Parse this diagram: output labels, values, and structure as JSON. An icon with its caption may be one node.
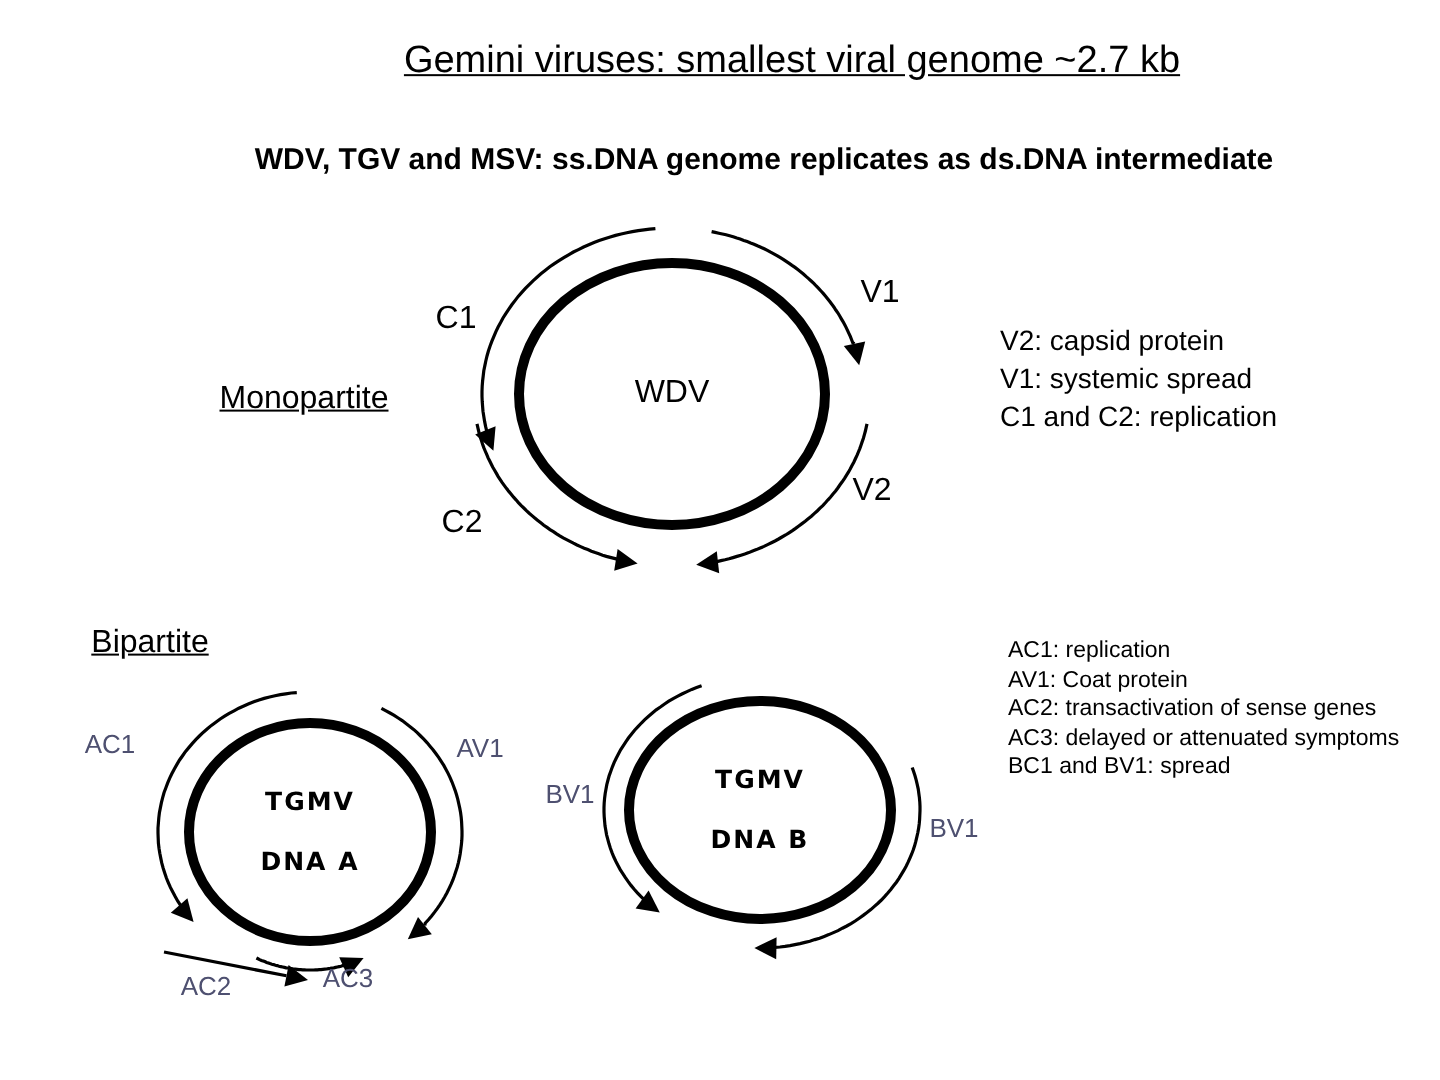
{
  "diagram": {
    "title": "Gemini viruses: smallest viral genome ~2.7 kb",
    "nodes": [
      {
        "text": [
          "WDV"
        ]
      },
      {
        "text": [
          "TGMV",
          "DNA A"
        ]
      },
      {
        "text": [
          "TGMV",
          "DNA B"
        ]
      }
    ],
    "labels": [
      "WDV, TGV and MSV: ss.DNA genome replicates as ds.DNA intermediate",
      "C1",
      "V1",
      "V2: capsid protein",
      "V1: systemic spread",
      "C1 and C2: replication",
      "Monopartite",
      "C2",
      "V2",
      "Bipartite",
      "AC1: replication",
      "AV1: Coat protein",
      "AC2: transactivation of sense genes",
      "AC3: delayed or attenuated symptoms",
      "BC1 and BV1: spread",
      "AC1",
      "AV1",
      "BV1",
      "BV1",
      "AC2",
      "AC3"
    ]
  }
}
